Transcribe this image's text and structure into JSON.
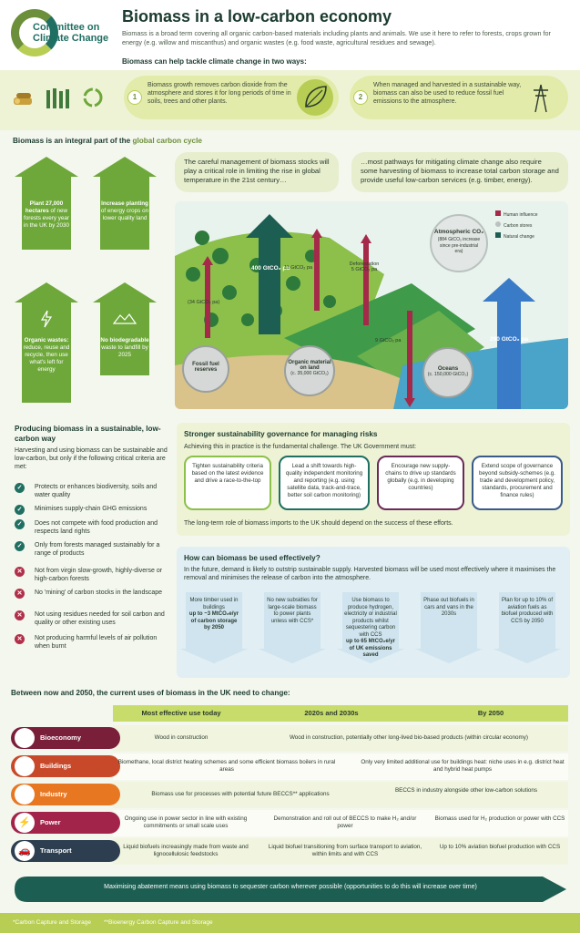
{
  "header": {
    "logo_line1": "Committee on",
    "logo_line2": "Climate Change",
    "title": "Biomass in a low-carbon economy",
    "intro": "Biomass is a broad term covering all organic carbon-based materials including plants and animals. We use it here to refer to forests, crops grown for energy (e.g. willow and miscanthus) and organic wastes (e.g. food waste, agricultural residues and sewage).",
    "subtitle": "Biomass can help tackle climate change in two ways:"
  },
  "ways": [
    {
      "num": "1",
      "text": "Biomass growth removes carbon dioxide from the atmosphere and stores it for long periods of time in soils, trees and other plants."
    },
    {
      "num": "2",
      "text": "When managed and harvested in a sustainable way, biomass can also be used to reduce fossil fuel emissions to the atmosphere."
    }
  ],
  "cycle": {
    "title_a": "Biomass is an integral part of the ",
    "title_b": "global carbon cycle",
    "arrows": [
      {
        "bold": "Plant 27,000 hectares",
        "rest": "of new forests every year in the UK by 2030"
      },
      {
        "bold": "Increase planting",
        "rest": "of energy crops on lower quality land"
      },
      {
        "bold": "Organic wastes:",
        "rest": "reduce, reuse and recycle, then use what's left for energy"
      },
      {
        "bold": "No biodegradable",
        "rest": "waste to landfill by 2025"
      }
    ],
    "quote1": "The careful management of biomass stocks will play a critical role in limiting the rise in global temperature in the 21st century…",
    "quote2": "…most pathways for mitigating climate change also require some harvesting of biomass to increase total carbon storage and provide useful low-carbon services (e.g. timber, energy).",
    "legend": [
      "Human influence",
      "Carbon stores",
      "Natural change"
    ],
    "atmos_title": "Atmospheric CO₂",
    "atmos_sub": "(884 GtCO₂ increase since pre-industrial era)",
    "flux_400": "400 GtCO₂ pa",
    "flux_34": "(34 GtCO₂ pa)",
    "flux_11": "11 GtCO₂ pa",
    "flux_def_a": "Deforestation",
    "flux_def_b": "5 GtCO₂ pa",
    "flux_9": "9 GtCO₂ pa",
    "flux_290": "290 GtCO₂ pa",
    "store_fossil": "Fossil fuel reserves",
    "store_land": "Organic material on land",
    "store_land_sub": "(c. 35,000 GtCO₂)",
    "store_ocean": "Oceans",
    "store_ocean_sub": "(c. 150,000 GtCO₂)"
  },
  "sustain": {
    "title": "Producing biomass in a sustainable, low-carbon way",
    "intro": "Harvesting and using biomass can be sustainable and low-carbon, but only if the following critical criteria are met:",
    "checks": [
      "Protects or enhances biodiversity, soils and water quality",
      "Minimises supply-chain GHG emissions",
      "Does not compete with food production and respects land rights",
      "Only from forests managed sustainably for a range of products"
    ],
    "crosses": [
      "Not from virgin slow-growth, highly-diverse or high-carbon forests",
      "No 'mining' of carbon stocks in the landscape",
      "Not using residues needed for soil carbon and quality or other existing uses",
      "Not producing harmful levels of air pollution when burnt"
    ]
  },
  "gov": {
    "title": "Stronger sustainability governance for managing risks",
    "intro": "Achieving this in practice is the fundamental challenge. The UK Government must:",
    "boxes": [
      "Tighten sustainability criteria based on the latest evidence and drive a race-to-the-top",
      "Lead a shift towards high-quality independent monitoring and reporting (e.g. using satellite data, track-and-trace, better soil carbon monitoring)",
      "Encourage new supply-chains to drive up standards globally (e.g. in developing countries)",
      "Extend scope of governance beyond subsidy-schemes (e.g. trade and development policy, standards, procurement and finance rules)"
    ],
    "note": "The long-term role of biomass imports to the UK should depend on the success of these efforts."
  },
  "use": {
    "title": "How can biomass be used effectively?",
    "intro": "In the future, demand is likely to outstrip sustainable supply. Harvested biomass will be used most effectively where it maximises the removal and minimises the release of carbon into the atmosphere.",
    "arrows": [
      {
        "text": "More timber used in buildings",
        "bold": "up to ~3 MtCO₂e/yr of carbon storage by 2050"
      },
      {
        "text": "No new subsidies for large-scale biomass to power plants unless with CCS*",
        "bold": ""
      },
      {
        "text": "Use biomass to produce hydrogen, electricity or industrial products whilst sequestering carbon with CCS",
        "bold": "up to 65 MtCO₂e/yr of UK emissions saved"
      },
      {
        "text": "Phase out biofuels in cars and vans in the 2030s",
        "bold": ""
      },
      {
        "text": "Plan for up to 10% of aviation fuels as biofuel produced with CCS by 2050",
        "bold": ""
      }
    ]
  },
  "table": {
    "title": "Between now and 2050, the current uses of biomass in the UK need to change:",
    "headers": [
      "Most effective use today",
      "2020s and 2030s",
      "By 2050"
    ],
    "rows": [
      {
        "label": "Bioeconomy",
        "color": "#7a1f3a",
        "icon": "recycle-icon",
        "c1": "Wood in construction",
        "c2": "Wood in construction, potentially other long-lived bio-based products (within circular economy)",
        "c3": ""
      },
      {
        "label": "Buildings",
        "color": "#c8492a",
        "icon": "house-icon",
        "c1": "Biomethane, local district heating schemes and some efficient biomass boilers in rural areas",
        "c2": "",
        "c3": "Only very limited additional use for buildings heat: niche uses in e.g. district heat and hybrid heat pumps"
      },
      {
        "label": "Industry",
        "color": "#e87722",
        "icon": "factory-icon",
        "c1": "Biomass use for processes with potential future BECCS** applications",
        "c2": "",
        "c3": "BECCS in industry alongside other low-carbon solutions"
      },
      {
        "label": "Power",
        "color": "#a3244a",
        "icon": "lightning-icon",
        "c1": "Ongoing use in power sector in line with existing commitments or small scale uses",
        "c2": "Demonstration and roll out of BECCS to make H₂ and/or power",
        "c3": "Biomass used for H₂ production or power with CCS"
      },
      {
        "label": "Transport",
        "color": "#2c3e50",
        "icon": "car-icon",
        "c1": "Liquid biofuels increasingly made from waste and lignocellulosic feedstocks",
        "c2": "Liquid biofuel transitioning from surface transport to aviation, within limits and with CCS",
        "c3": "Up to 10% aviation biofuel production with CCS"
      }
    ],
    "banner": "Maximising abatement means using biomass to sequester carbon wherever possible (opportunities to do this will increase over time)"
  },
  "footer": {
    "note1": "*Carbon Capture and Storage",
    "note2": "**Bioenergy Carbon Capture and Storage"
  }
}
